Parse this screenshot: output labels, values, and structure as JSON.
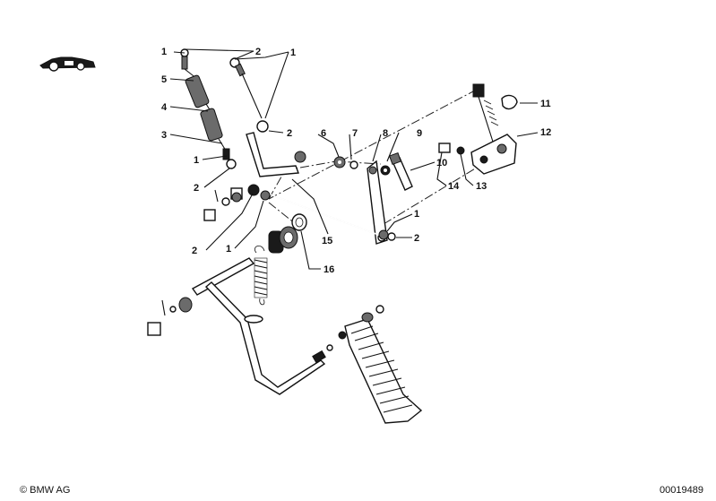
{
  "callouts": [
    "1",
    "2",
    "1",
    "5",
    "4",
    "2",
    "3",
    "1",
    "2",
    "6",
    "7",
    "8",
    "9",
    "10",
    "11",
    "12",
    "14",
    "13",
    "1",
    "2",
    "2",
    "1",
    "15",
    "16"
  ],
  "footer": {
    "copyright": "© BMW AG",
    "doc_number": "00019489"
  }
}
